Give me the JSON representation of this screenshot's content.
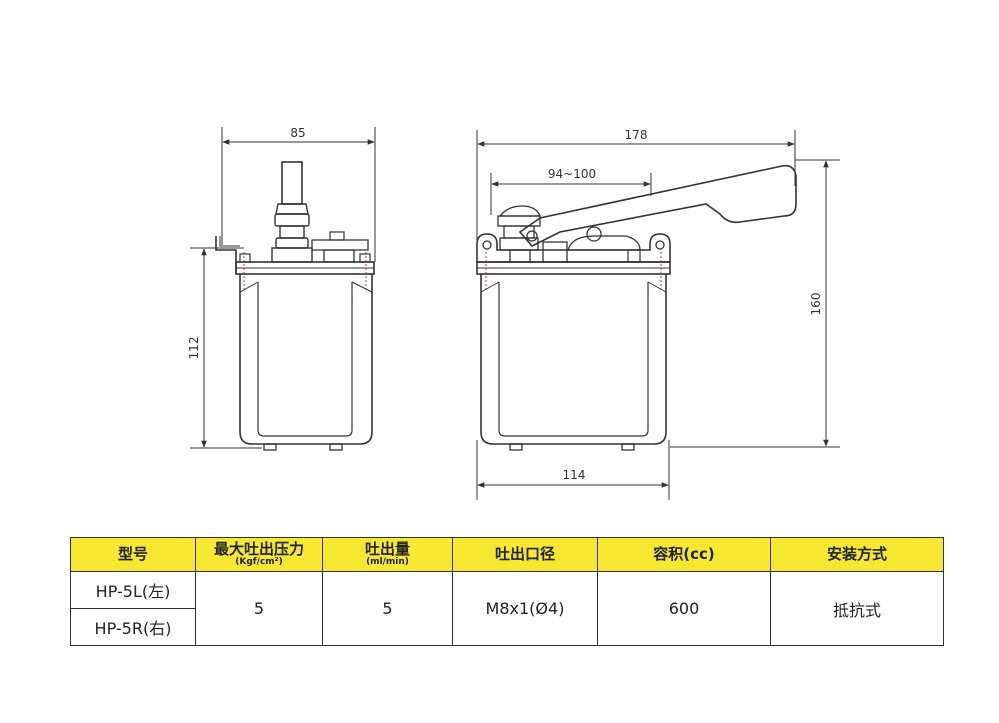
{
  "dimensions": {
    "side_width": "85",
    "side_height": "112",
    "front_width_total": "178",
    "front_stroke": "94~100",
    "front_height": "160",
    "front_base_width": "114"
  },
  "table": {
    "headers": [
      {
        "label": "型号",
        "sub": ""
      },
      {
        "label": "最大吐出压力",
        "sub": "(Kgf/cm²)"
      },
      {
        "label": "吐出量",
        "sub": "(ml/min)"
      },
      {
        "label": "吐出口径",
        "sub": ""
      },
      {
        "label": "容积(cc)",
        "sub": ""
      },
      {
        "label": "安装方式",
        "sub": ""
      }
    ],
    "models": [
      "HP-5L(左)",
      "HP-5R(右)"
    ],
    "pressure": "5",
    "output": "5",
    "port": "M8x1(Ø4)",
    "volume": "600",
    "mounting": "抵抗式"
  },
  "colors": {
    "header_bg": "#f6e830",
    "line": "#333333"
  }
}
